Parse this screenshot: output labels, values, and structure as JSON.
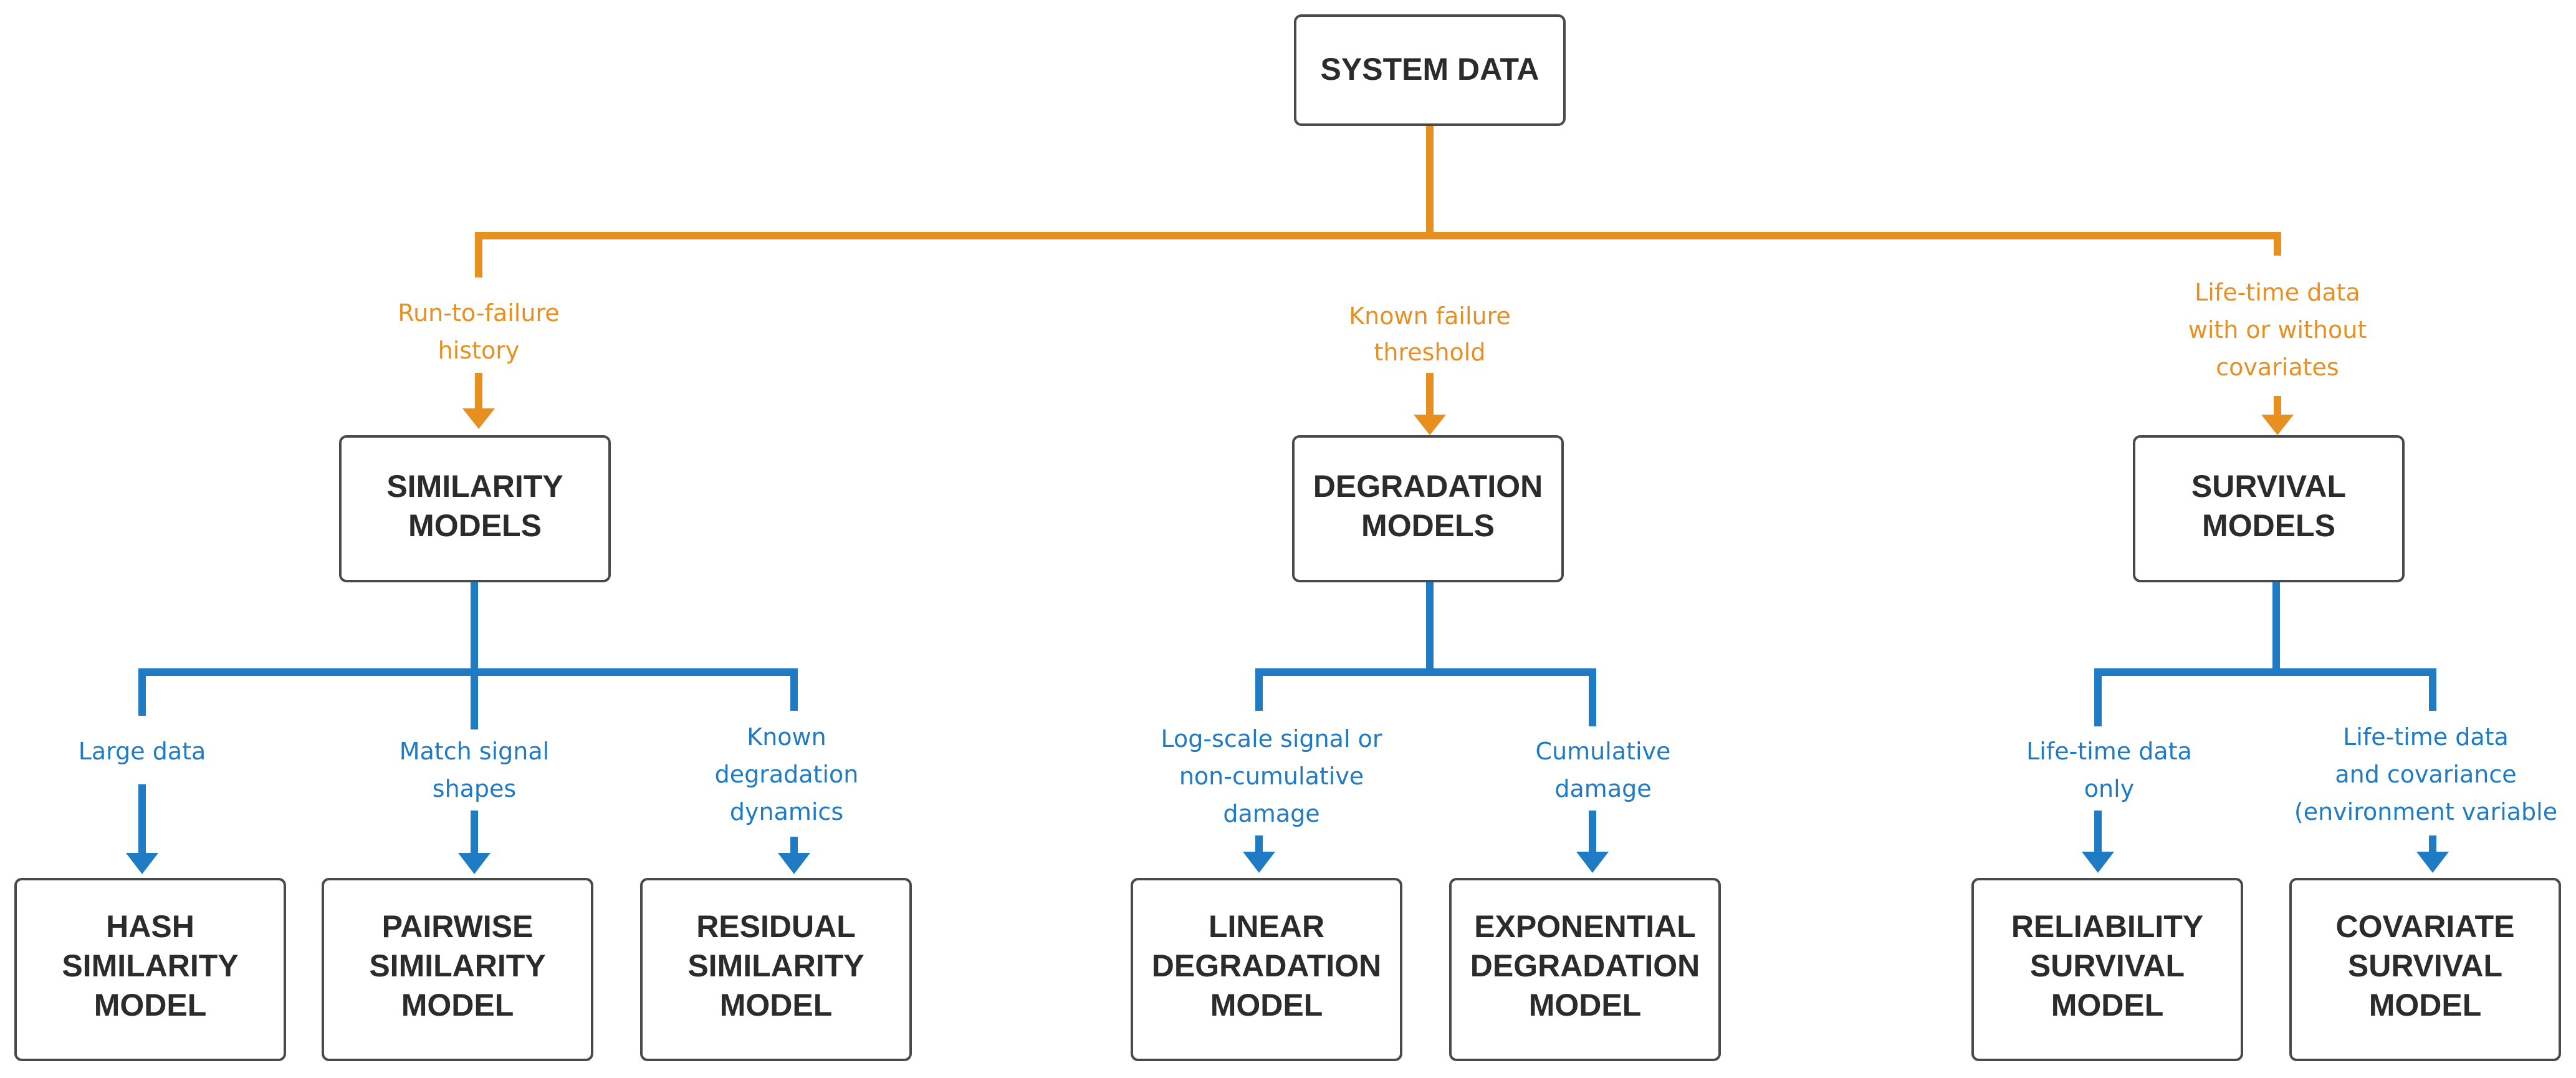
{
  "colors": {
    "orange": "#e8901f",
    "blue": "#1e7bc4",
    "box_border": "#4a4a4a",
    "text": "#2b2b2b"
  },
  "nodes": {
    "system_data": [
      "SYSTEM DATA"
    ],
    "similarity_models": [
      "SIMILARITY",
      "MODELS"
    ],
    "degradation_models": [
      "DEGRADATION",
      "MODELS"
    ],
    "survival_models": [
      "SURVIVAL",
      "MODELS"
    ],
    "hash_similarity_model": [
      "HASH",
      "SIMILARITY",
      "MODEL"
    ],
    "pairwise_similarity_model": [
      "PAIRWISE",
      "SIMILARITY",
      "MODEL"
    ],
    "residual_similarity_model": [
      "RESIDUAL",
      "SIMILARITY",
      "MODEL"
    ],
    "linear_degradation_model": [
      "LINEAR",
      "DEGRADATION",
      "MODEL"
    ],
    "exponential_degradation_model": [
      "EXPONENTIAL",
      "DEGRADATION",
      "MODEL"
    ],
    "reliability_survival_model": [
      "RELIABILITY",
      "SURVIVAL",
      "MODEL"
    ],
    "covariate_survival_model": [
      "COVARIATE",
      "SURVIVAL",
      "MODEL"
    ]
  },
  "edge_labels": {
    "run_to_failure": [
      "Run-to-failure",
      "history"
    ],
    "known_failure_threshold": [
      "Known failure",
      "threshold"
    ],
    "life_time_covariates": [
      "Life-time data",
      "with or without",
      "covariates"
    ],
    "large_data": [
      "Large data"
    ],
    "match_signal_shapes": [
      "Match signal",
      "shapes"
    ],
    "known_degradation_dynamics": [
      "Known",
      "degradation",
      "dynamics"
    ],
    "log_scale_signal": [
      "Log-scale signal or",
      "non-cumulative",
      "damage"
    ],
    "cumulative_damage": [
      "Cumulative",
      "damage"
    ],
    "life_time_only": [
      "Life-time data",
      "only"
    ],
    "life_time_covariance": [
      "Life-time data",
      "and covariance",
      "(environment variable"
    ]
  }
}
